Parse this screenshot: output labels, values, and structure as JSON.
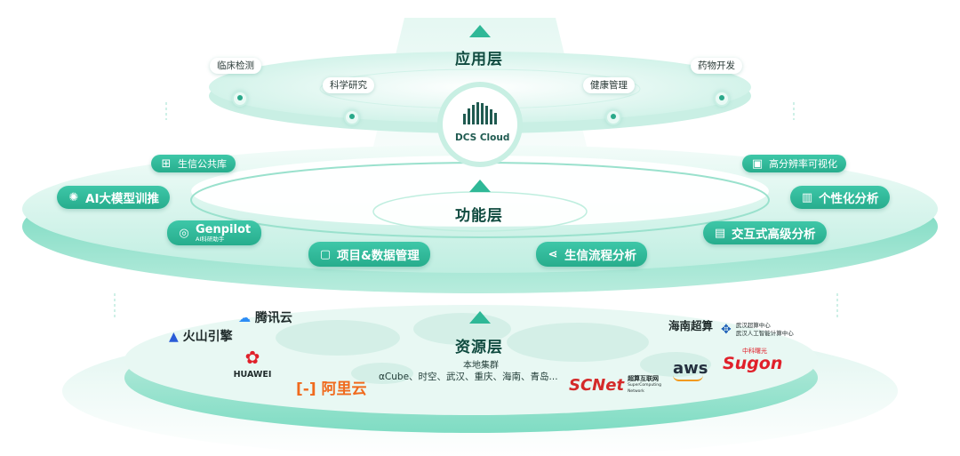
{
  "layers": {
    "app": "应用层",
    "func": "功能层",
    "res": "资源层"
  },
  "center": {
    "brand": "DCS Cloud"
  },
  "app_tags": [
    "临床检测",
    "科学研究",
    "健康管理",
    "药物开发"
  ],
  "func_pills": {
    "bio_public": "生信公共库",
    "ai_model": "AI大模型训推",
    "genpilot": "Genpilot",
    "genpilot_sub": "AI科研助手",
    "project_data": "项目&数据管理",
    "pipeline": "生信流程分析",
    "hires_vis": "高分辨率可视化",
    "personal": "个性化分析",
    "interactive": "交互式高级分析"
  },
  "resources": {
    "local_cluster": "本地集群",
    "local_list": "αCube、时空、武汉、重庆、海南、青岛...",
    "tencent": "腾讯云",
    "volcano": "火山引擎",
    "huawei": "HUAWEI",
    "aliyun": "阿里云",
    "hainan": "海南超算",
    "wuhan_1": "武汉超算中心",
    "wuhan_2": "武汉人工智能计算中心",
    "aws": "aws",
    "sugon_top": "中科曙光",
    "sugon": "Sugon",
    "scnet": "SCNet",
    "scnet_cn": "超算互联网",
    "scnet_en": "SuperComputing Network"
  },
  "icons": {
    "bio_public": "grid-icon",
    "ai_model": "ai-brain-icon",
    "genpilot": "compass-icon",
    "project_data": "clipboard-icon",
    "pipeline": "share-nodes-icon",
    "hires_vis": "image-icon",
    "personal": "chart-icon",
    "interactive": "list-icon"
  },
  "colors": {
    "accent": "#2fb897",
    "dark_text": "#0f4a3f"
  }
}
